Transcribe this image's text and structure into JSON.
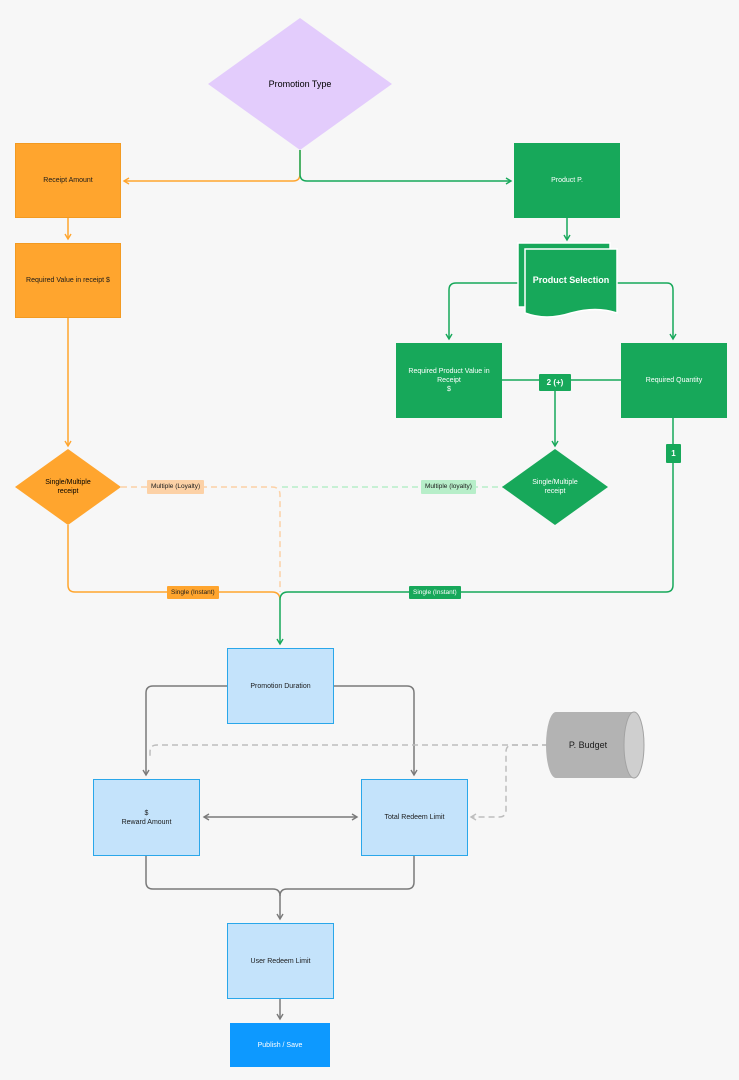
{
  "nodes": {
    "promotion_type": "Promotion Type",
    "receipt_amount": "Receipt Amount",
    "required_value_receipt": "Required Value in receipt $",
    "single_multiple_receipt_left": "Single/Multiple\nreceipt",
    "product_p": "Product P.",
    "product_selection": "Product Selection",
    "required_product_value": "Required Product Value in\nReceipt\n$",
    "required_quantity": "Required Quantity",
    "single_multiple_receipt_right": "Single/Multiple\nreceipt",
    "promotion_duration": "Promotion Duration",
    "p_budget": "P. Budget",
    "reward_amount": "$\nReward Amount",
    "total_redeem_limit": "Total Redeem Limit",
    "user_redeem_limit": "User Redeem Limit",
    "publish_save": "Publish / Save"
  },
  "edge_labels": {
    "multiple_loyalty_left": "Multiple (Loyalty)",
    "multiple_loyalty_right": "Multiple (loyalty)",
    "single_instant_left": "Single (Instant)",
    "single_instant_right": "Single (Instant)",
    "two_plus": "2 (+)",
    "one": "1"
  },
  "colors": {
    "orange": "#ffa52e",
    "green": "#17a85a",
    "blue_fill": "#c4e3fb",
    "blue_border": "#2aa7ea",
    "purple": "#e3ccfc",
    "gray_connector": "#7a7a7a",
    "publish_blue": "#0d99ff",
    "cylinder_gray": "#b3b3b3"
  }
}
